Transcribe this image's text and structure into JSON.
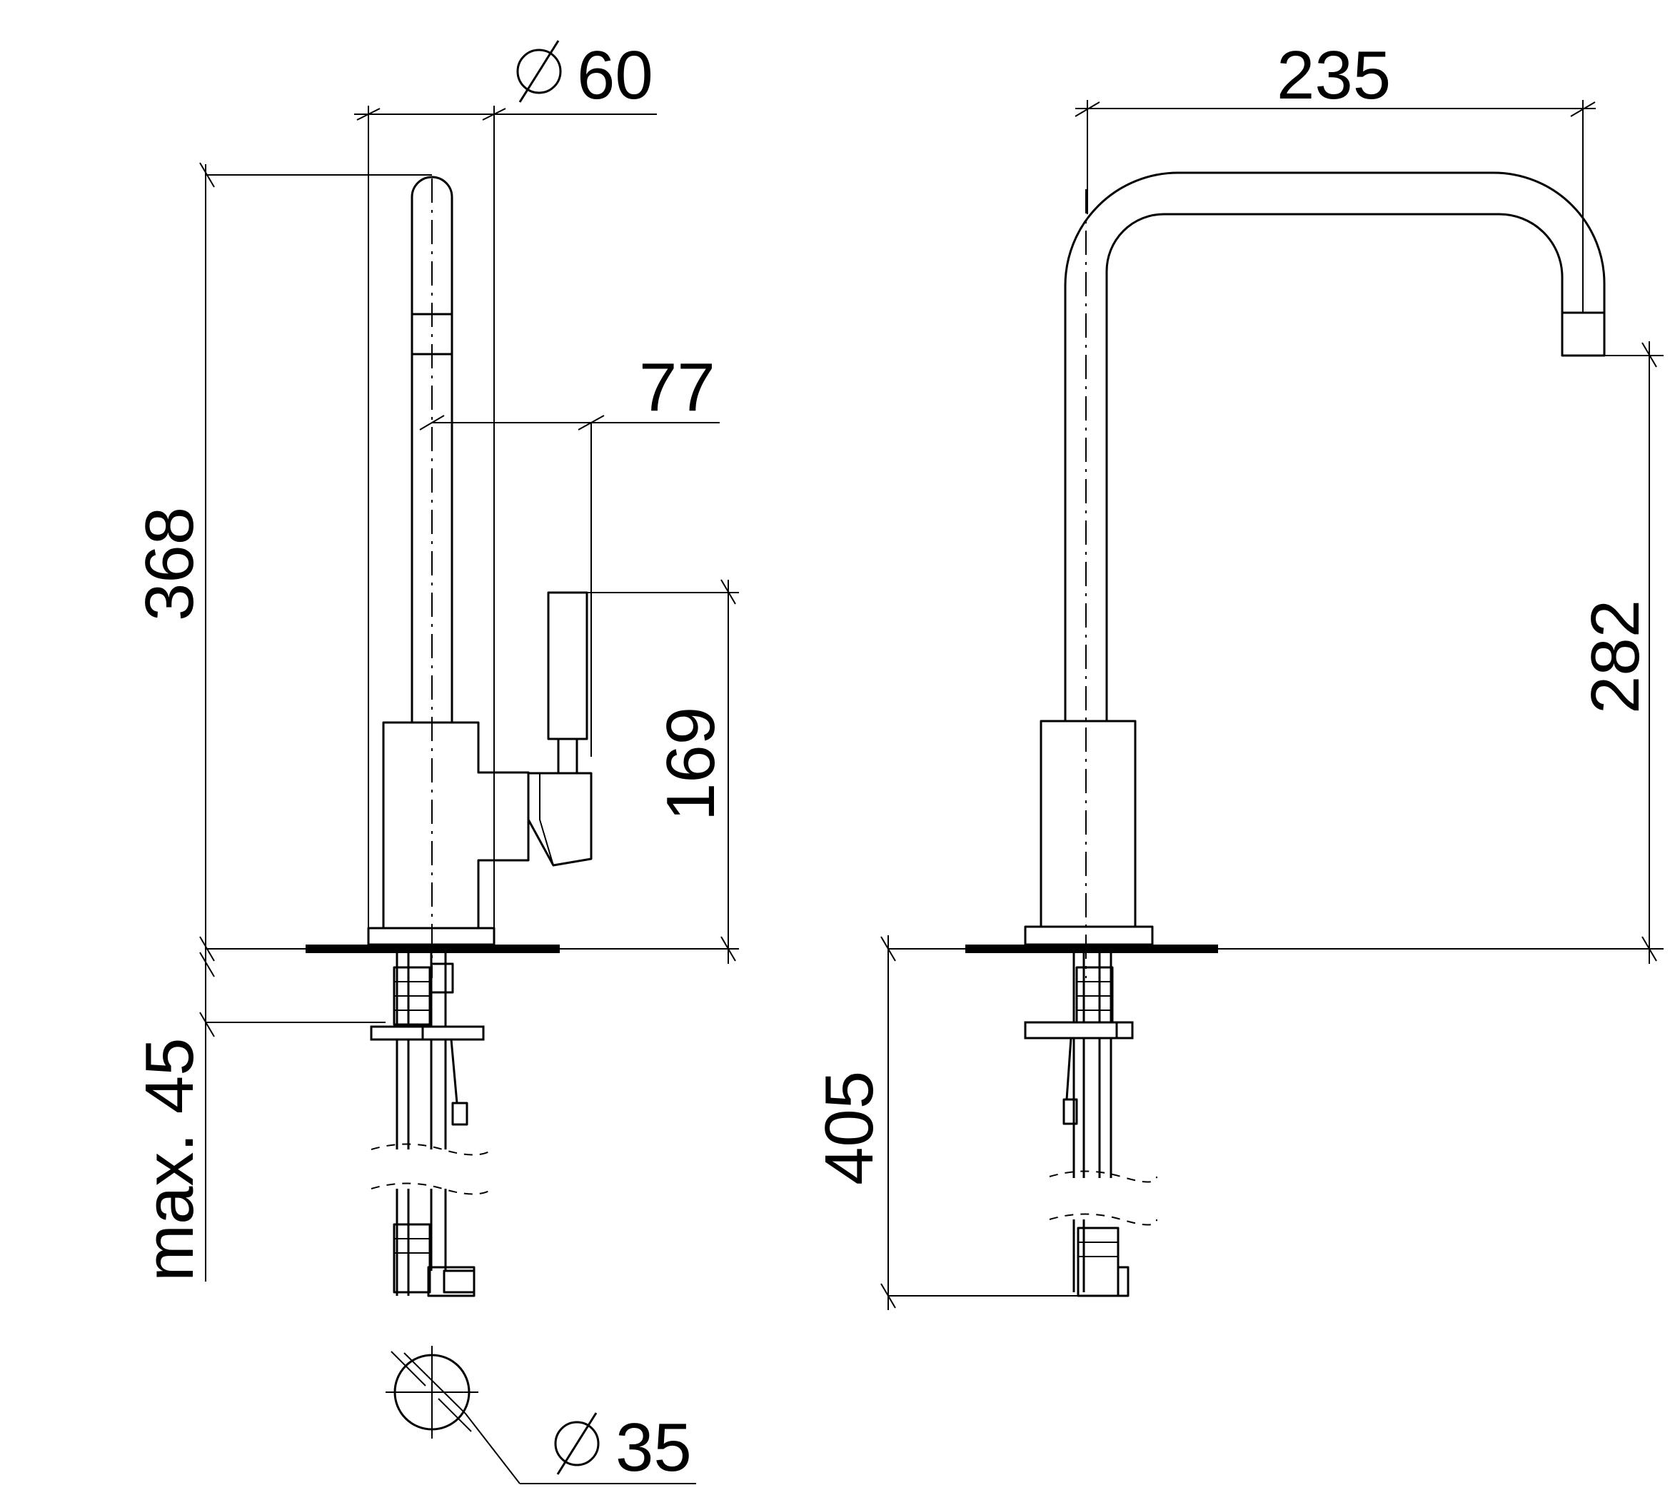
{
  "dimensions": {
    "top_diameter": {
      "symbol": "⌀",
      "value": "60"
    },
    "total_height": "368",
    "lever_offset": "77",
    "lever_height": "169",
    "max_thickness": "max. 45",
    "hole_diameter": {
      "symbol": "⌀",
      "value": "35"
    },
    "spout_reach": "235",
    "spout_height": "282",
    "below_counter": "405"
  },
  "colors": {
    "line": "#000000",
    "background": "#ffffff"
  }
}
